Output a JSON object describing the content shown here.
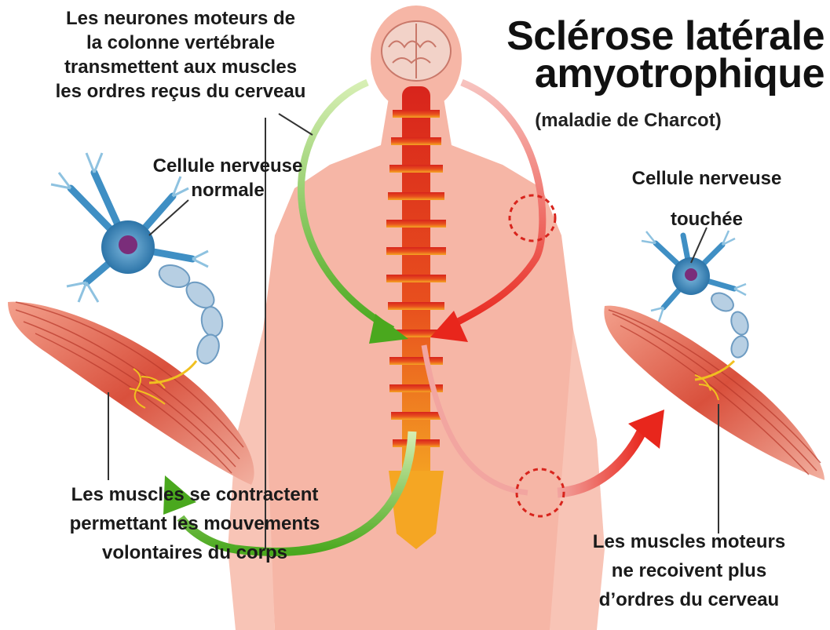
{
  "title": "Sclérose latérale\namyotrophique",
  "subtitle": "(maladie de Charcot)",
  "labels": {
    "motor_neurons": "Les neurones moteurs de\nla colonne vertébrale\ntransmettent aux muscles\nles ordres reçus du cerveau",
    "normal_cell": "Cellule nerveuse\nnormale",
    "affected_cell": "Cellule nerveuse\ntouchée",
    "muscles_contract": "Les muscles se contractent\npermettant les mouvements\nvolontaires du corps",
    "muscles_no_orders": "Les muscles moteurs\nne recoivent plus\nd’ordres du cerveau"
  },
  "colors": {
    "body": "#f6b6a6",
    "spine_top": "#d8241c",
    "spine_bottom": "#f5a623",
    "healthy_arrow": "#5fb52e",
    "damaged_arrow": "#e8342a",
    "neuron": "#3f8fc4",
    "muscle": "#d9503c"
  }
}
